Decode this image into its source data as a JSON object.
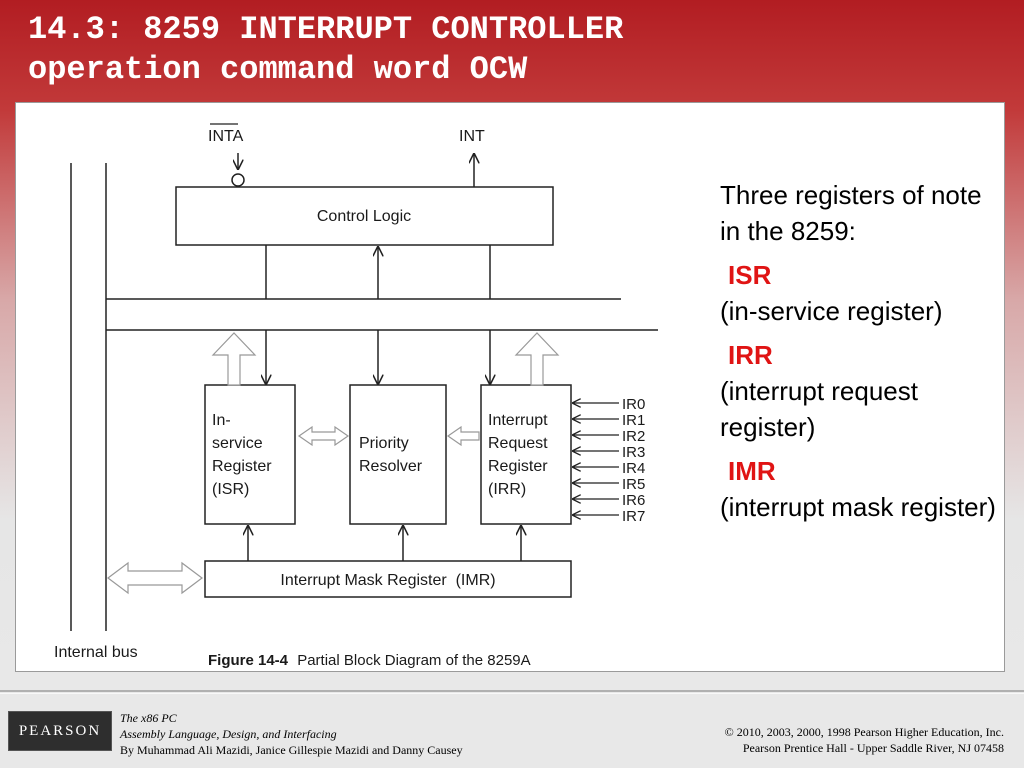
{
  "title": {
    "line1": "14.3: 8259 INTERRUPT CONTROLLER",
    "line2": "operation command word OCW"
  },
  "diagram": {
    "inta_label": "INTA",
    "int_label": "INT",
    "control_logic": "Control Logic",
    "isr_box": [
      "In-",
      "service",
      "Register",
      "(ISR)"
    ],
    "priority_box": [
      "Priority",
      "Resolver"
    ],
    "irr_box": [
      "Interrupt",
      "Request",
      "Register",
      "(IRR)"
    ],
    "imr_box": "Interrupt Mask Register  (IMR)",
    "ir_lines": [
      "IR0",
      "IR1",
      "IR2",
      "IR3",
      "IR4",
      "IR5",
      "IR6",
      "IR7"
    ],
    "internal_bus": "Internal bus",
    "figure_label": "Figure 14-4",
    "figure_caption": "Partial Block Diagram of the 8259A"
  },
  "notes": {
    "intro": "Three registers of note in the 8259:",
    "items": [
      {
        "reg": "ISR",
        "desc": "(in-service register)"
      },
      {
        "reg": "IRR",
        "desc": "(interrupt request register)"
      },
      {
        "reg": "IMR",
        "desc": "(interrupt mask register)"
      }
    ]
  },
  "footer": {
    "logo": "PEARSON",
    "book_title": "The x86 PC",
    "book_subtitle": "Assembly Language, Design, and Interfacing",
    "authors": "By Muhammad Ali Mazidi, Janice Gillespie Mazidi and Danny Causey",
    "copyright": "© 2010, 2003, 2000, 1998 Pearson Higher Education, Inc.",
    "publisher": "Pearson Prentice Hall - Upper Saddle River, NJ 07458"
  }
}
